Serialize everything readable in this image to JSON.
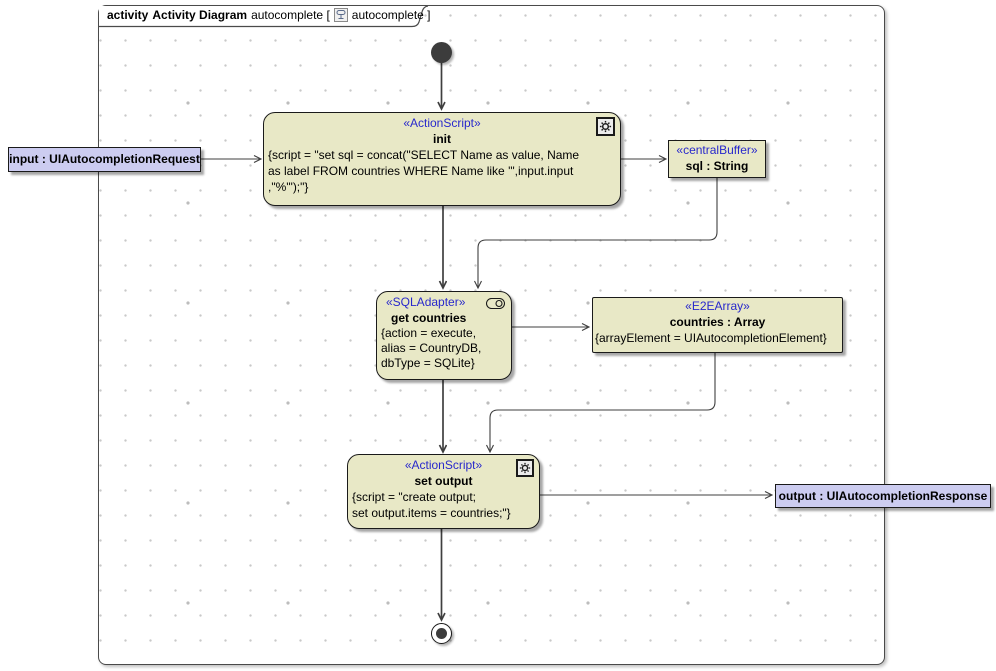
{
  "header": {
    "keyword": "activity",
    "name": "Activity Diagram",
    "ref_prefix": "autocomplete [",
    "ref_suffix": "autocomplete ]",
    "diagram_icon": "activity-diagram-icon"
  },
  "nodes": {
    "init_action": {
      "stereotype": "«ActionScript»",
      "name": "init",
      "body": "{script = \"set sql = concat(\"SELECT Name as value, Name\nas label FROM countries WHERE Name like '\",input.input\n,\"%'\");\"}",
      "icon": "gear-icon"
    },
    "sql_buffer": {
      "stereotype": "«centralBuffer»",
      "name": "sql : String"
    },
    "get_countries": {
      "stereotype": "«SQLAdapter»",
      "name": "get countries",
      "body": "{action = execute,\nalias = CountryDB,\ndbType = SQLite}",
      "icon": "action-stadium-icon"
    },
    "countries_array": {
      "stereotype": "«E2EArray»",
      "name": "countries : Array",
      "body": "{arrayElement = UIAutocompletionElement}"
    },
    "set_output": {
      "stereotype": "«ActionScript»",
      "name": "set output",
      "body": "{script = \"create output;\nset output.items = countries;\"}",
      "icon": "gear-icon"
    },
    "input_param": {
      "label": "input : UIAutocompletionRequest"
    },
    "output_param": {
      "label": "output : UIAutocompletionResponse"
    },
    "initial_node": "initial-node",
    "final_node": "activity-final-node"
  },
  "colors": {
    "node_fill": "#e8e8c6",
    "param_fill": "#ccccf0",
    "stereotype_text": "#2828cc",
    "edge": "#3f3f3f",
    "grid_dot": "#c9c9c9"
  }
}
